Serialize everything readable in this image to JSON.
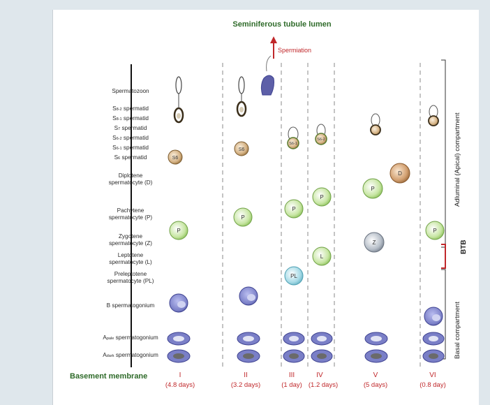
{
  "diagram": {
    "title": "Seminiferous tubule lumen",
    "spermiation_label": "Spermiation",
    "basement_membrane_label": "Basement membrane",
    "rows": [
      {
        "id": "spermatozoon",
        "main": "Spermatozoon",
        "sub": "",
        "rest": ""
      },
      {
        "id": "s82",
        "main": "S",
        "sub": "8-2",
        "rest": " spermatid"
      },
      {
        "id": "s81",
        "main": "S",
        "sub": "8-1",
        "rest": " spermatid"
      },
      {
        "id": "s7",
        "main": "S",
        "sub": "7",
        "rest": " spermatid"
      },
      {
        "id": "s62",
        "main": "S",
        "sub": "6-2",
        "rest": " spermatid"
      },
      {
        "id": "s61",
        "main": "S",
        "sub": "6-1",
        "rest": " spermatid"
      },
      {
        "id": "s6",
        "main": "S",
        "sub": "6",
        "rest": " spermatid"
      },
      {
        "id": "diplotene",
        "main": "Diplotene\nspermatocyte (D)",
        "sub": "",
        "rest": ""
      },
      {
        "id": "pachytene",
        "main": "Pachytene\nspermatocyte (P)",
        "sub": "",
        "rest": ""
      },
      {
        "id": "zygotene",
        "main": "Zygotene\nspermatocyte (Z)",
        "sub": "",
        "rest": ""
      },
      {
        "id": "leptotene",
        "main": "Leptotene\nspermatocyte (L)",
        "sub": "",
        "rest": ""
      },
      {
        "id": "preleptotene",
        "main": "Preleptotene\nspermatocyte (PL)",
        "sub": "",
        "rest": ""
      },
      {
        "id": "b",
        "main": "B spermatogonium",
        "sub": "",
        "rest": ""
      },
      {
        "id": "apale",
        "main": "A",
        "sub": "pale",
        "rest": " spermatogonium"
      },
      {
        "id": "adark",
        "main": "A",
        "sub": "dark",
        "rest": " spermatogonium"
      }
    ],
    "stages": [
      {
        "numeral": "I",
        "duration": "(4.8 days)"
      },
      {
        "numeral": "II",
        "duration": "(3.2 days)"
      },
      {
        "numeral": "III",
        "duration": "(1 day)"
      },
      {
        "numeral": "IV",
        "duration": "(1.2 days)"
      },
      {
        "numeral": "V",
        "duration": "(5 days)"
      },
      {
        "numeral": "VI",
        "duration": "(0.8 day)"
      }
    ],
    "compartments": {
      "adluminal": "Adluminal (Apical) compartment",
      "btb": "BTB",
      "basal": "Basal compartment"
    },
    "cell_labels": {
      "s6": "S6",
      "s61": "S6-1",
      "s62": "S6-2",
      "p": "P",
      "d": "D",
      "z": "Z",
      "l": "L",
      "pl": "PL"
    },
    "colors": {
      "title_green": "#2f6b2a",
      "stage_red": "#c0282b",
      "pachytene_fill": "#c8e6a4",
      "diplotene_fill": "#d2a071",
      "zygotene_fill": "#b7bfc9",
      "preleptotene_fill": "#a7dbe7",
      "spermatogonium_fill": "#7a7fc7",
      "spermatozoon_fill": "#5d5fa8"
    }
  }
}
